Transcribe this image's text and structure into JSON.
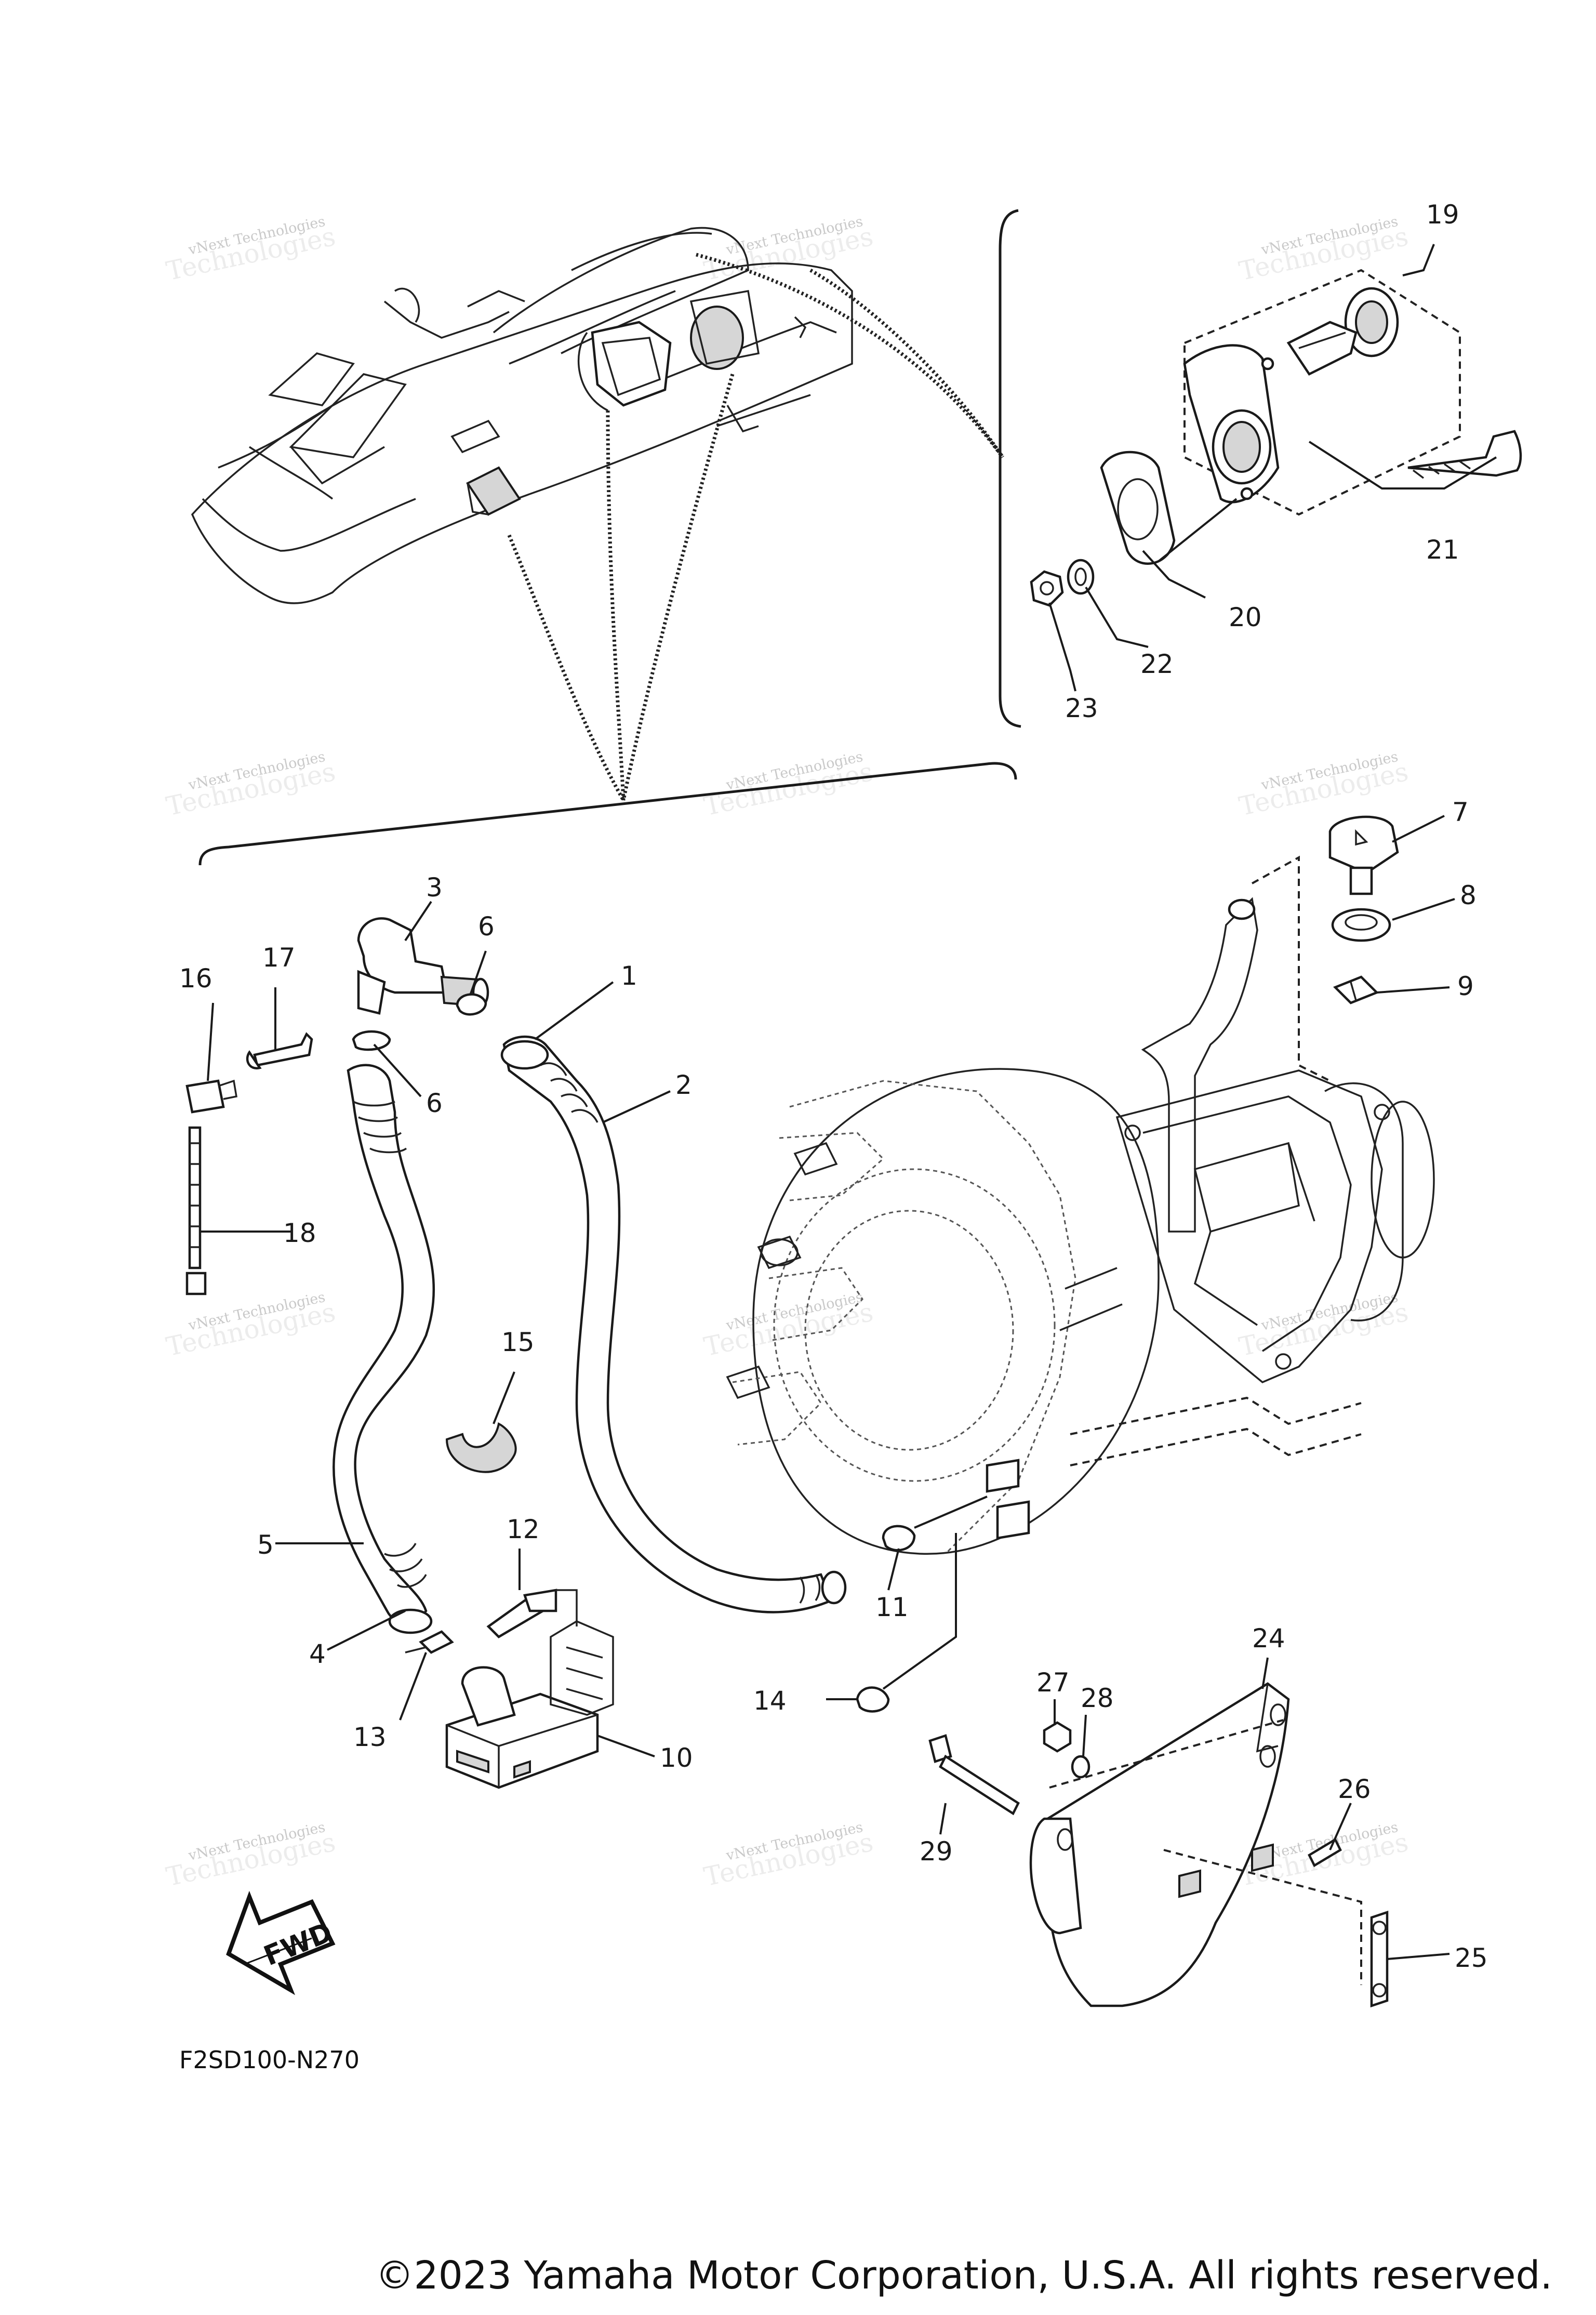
{
  "diagram": {
    "code": "F2SD100-N270",
    "fwd_label": "FWD",
    "copyright": "©2023 Yamaha Motor Corporation, U.S.A. All rights reserved.",
    "watermark": {
      "line1": "vNext Technologies",
      "line2": "Technologies"
    },
    "callouts": [
      "1",
      "2",
      "3",
      "4",
      "5",
      "6",
      "6",
      "7",
      "8",
      "9",
      "10",
      "11",
      "12",
      "13",
      "14",
      "15",
      "16",
      "17",
      "18",
      "19",
      "20",
      "21",
      "22",
      "23",
      "24",
      "25",
      "26",
      "27",
      "28",
      "29"
    ]
  }
}
